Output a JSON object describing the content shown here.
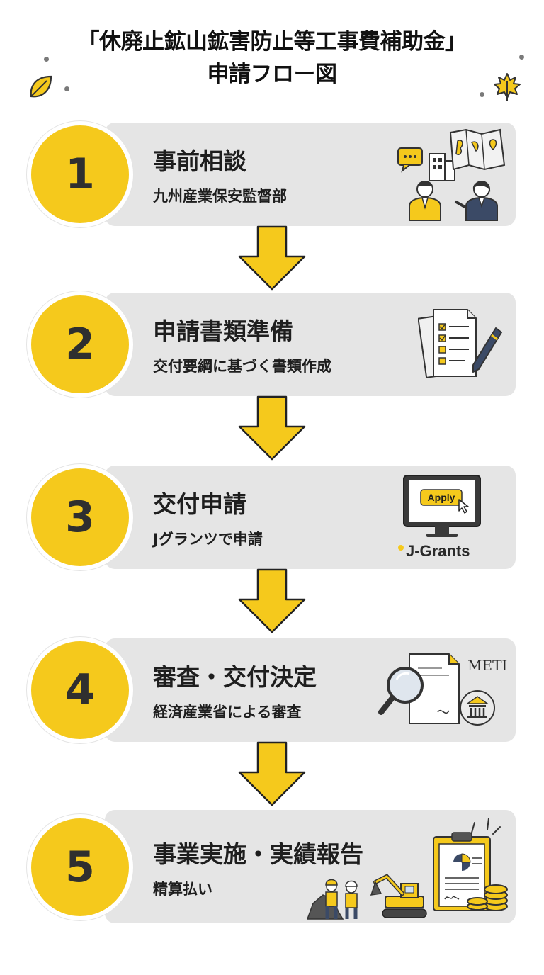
{
  "title": {
    "line1": "「休廃止鉱山鉱害防止等工事費補助金」",
    "line2": "申請フロー図"
  },
  "colors": {
    "accent": "#f5c91c",
    "card": "#e5e5e5",
    "text": "#1e1e1e"
  },
  "steps": [
    {
      "number": "1",
      "title": "事前相談",
      "subtitle": "九州産業保安監督部",
      "icon": "consultation-icon"
    },
    {
      "number": "2",
      "title": "申請書類準備",
      "subtitle": "交付要綱に基づく書類作成",
      "icon": "documents-pen-icon"
    },
    {
      "number": "3",
      "title": "交付申請",
      "subtitle": "Jグランツで申請",
      "icon": "computer-apply-icon",
      "button_label": "Apply",
      "logo_text": "J-Grants"
    },
    {
      "number": "4",
      "title": "審査・交付決定",
      "subtitle": "経済産業省による審査",
      "icon": "review-magnifier-icon",
      "label": "METI"
    },
    {
      "number": "5",
      "title": "事業実施・実績報告",
      "subtitle": "精算払い",
      "icon": "construction-report-icon"
    }
  ]
}
